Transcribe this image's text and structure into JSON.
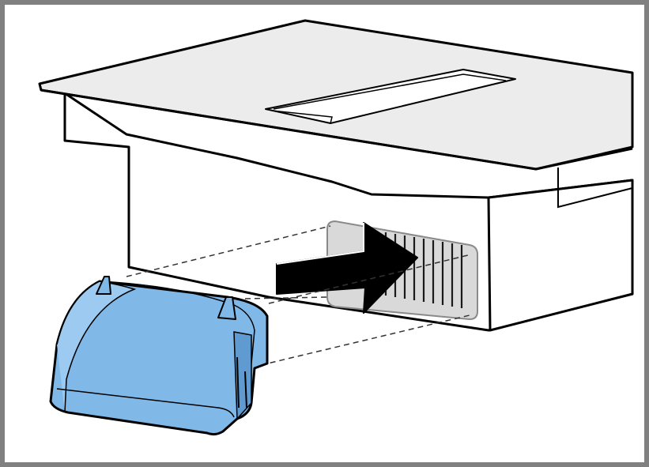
{
  "figure": {
    "kind": "installation-illustration",
    "colors": {
      "frame": "#808080",
      "outline": "#000000",
      "appliance": "#ffffff",
      "slot": "#d9d9d9",
      "cover": "#80b8e8",
      "cover_shadow": "#5f9bd0",
      "arrow": "#000000",
      "guide_lines": "#333333"
    },
    "icons": [
      "frame-border",
      "cooktop-appliance",
      "air-slot-grille",
      "insert-arrow",
      "blue-cover-part",
      "guide-lines"
    ]
  }
}
